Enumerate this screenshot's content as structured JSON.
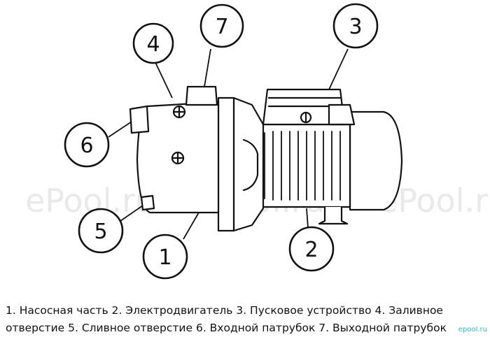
{
  "watermarks": [
    "ePool.ru",
    "ePool.ru",
    "ePool.ru"
  ],
  "callouts": [
    {
      "number": "1",
      "label": "Насосная часть"
    },
    {
      "number": "2",
      "label": "Электродвигатель"
    },
    {
      "number": "3",
      "label": "Пусковое устройство"
    },
    {
      "number": "4",
      "label": "Заливное отверстие"
    },
    {
      "number": "5",
      "label": "Сливное отверстие"
    },
    {
      "number": "6",
      "label": "Входной патрубок"
    },
    {
      "number": "7",
      "label": "Выходной патрубок"
    }
  ],
  "caption": {
    "line1": "1. Насосная часть  2. Электродвигатель  3. Пусковое устройство  4. Заливное",
    "line2": "отверстие  5. Сливное отверстие  6. Входной патрубок  7. Выходной патрубок"
  },
  "corner_logo": "epool.ru"
}
